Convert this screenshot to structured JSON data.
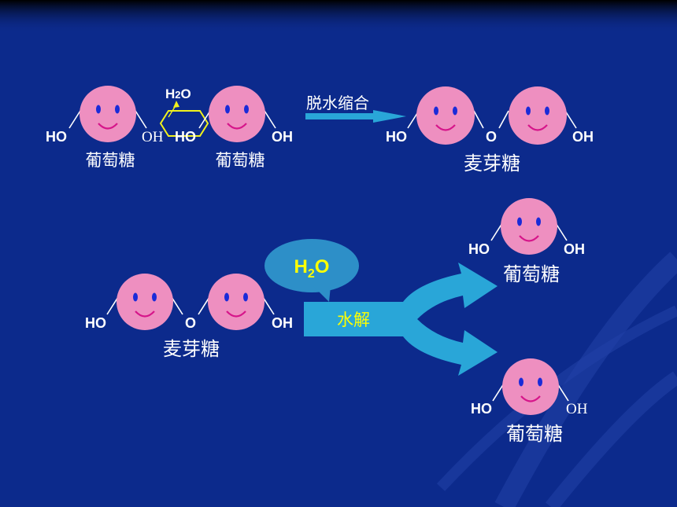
{
  "colors": {
    "background": "#0c2a8c",
    "face": "#ee8fc0",
    "eye": "#1a2bd8",
    "mouth": "#d6158a",
    "arrow": "#29a6d8",
    "bubble": "#2d8fc8",
    "water_label": "#ffff00",
    "hexagon": "#f2f21c"
  },
  "condensation": {
    "left_unit": {
      "ho": "HO",
      "oh": "OH",
      "name": "葡萄糖"
    },
    "right_unit": {
      "ho": "HO",
      "oh": "OH",
      "name": "葡萄糖"
    },
    "water": {
      "h": "H",
      "sub": "2",
      "o": "O"
    },
    "arrow_label": "脱水缩合",
    "product": {
      "ho": "HO",
      "o": "O",
      "oh": "OH",
      "name": "麦芽糖"
    }
  },
  "hydrolysis": {
    "reactant": {
      "ho": "HO",
      "o": "O",
      "oh": "OH",
      "name": "麦芽糖"
    },
    "water": {
      "h": "H",
      "sub": "2",
      "o": "O"
    },
    "arrow_label": "水解",
    "product_top": {
      "ho": "HO",
      "oh": "OH",
      "name": "葡萄糖"
    },
    "product_bottom": {
      "ho": "HO",
      "oh": "OH",
      "name": "葡萄糖"
    }
  }
}
